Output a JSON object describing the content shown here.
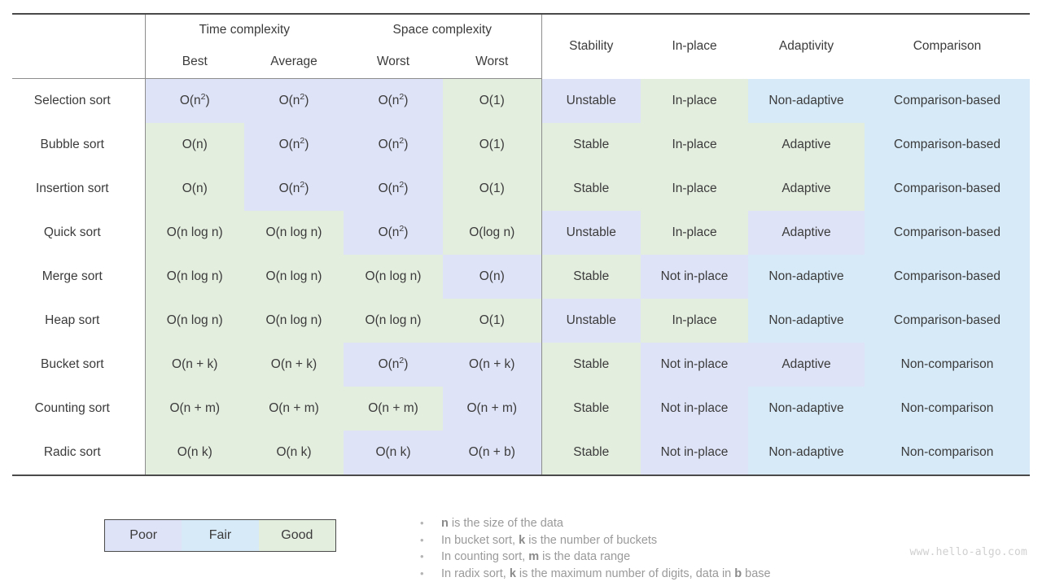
{
  "table": {
    "group_headers": [
      {
        "label": "",
        "span": 1
      },
      {
        "label": "Time complexity",
        "span": 2
      },
      {
        "label": "Space complexity",
        "span": 2
      },
      {
        "label": "",
        "span": 4
      }
    ],
    "group_time": "Time complexity",
    "group_space": "Space complexity",
    "columns": [
      {
        "key": "name",
        "label": ""
      },
      {
        "key": "best",
        "label": "Best"
      },
      {
        "key": "avg",
        "label": "Average"
      },
      {
        "key": "worstt",
        "label": "Worst"
      },
      {
        "key": "worsts",
        "label": "Worst"
      },
      {
        "key": "stab",
        "label": "Stability"
      },
      {
        "key": "inpl",
        "label": "In-place"
      },
      {
        "key": "adapt",
        "label": "Adaptivity"
      },
      {
        "key": "comp",
        "label": "Comparison"
      }
    ],
    "rows": [
      {
        "name": "Selection sort",
        "cells": [
          {
            "text": "O(n²)",
            "sup": "2",
            "base": "O(n",
            "tail": ")",
            "rating": "poor"
          },
          {
            "text": "O(n²)",
            "sup": "2",
            "base": "O(n",
            "tail": ")",
            "rating": "poor"
          },
          {
            "text": "O(n²)",
            "sup": "2",
            "base": "O(n",
            "tail": ")",
            "rating": "poor"
          },
          {
            "text": "O(1)",
            "rating": "good"
          },
          {
            "text": "Unstable",
            "rating": "poor"
          },
          {
            "text": "In-place",
            "rating": "good"
          },
          {
            "text": "Non-adaptive",
            "rating": "fair"
          },
          {
            "text": "Comparison-based",
            "rating": "fair"
          }
        ]
      },
      {
        "name": "Bubble sort",
        "cells": [
          {
            "text": "O(n)",
            "rating": "good"
          },
          {
            "text": "O(n²)",
            "sup": "2",
            "base": "O(n",
            "tail": ")",
            "rating": "poor"
          },
          {
            "text": "O(n²)",
            "sup": "2",
            "base": "O(n",
            "tail": ")",
            "rating": "poor"
          },
          {
            "text": "O(1)",
            "rating": "good"
          },
          {
            "text": "Stable",
            "rating": "good"
          },
          {
            "text": "In-place",
            "rating": "good"
          },
          {
            "text": "Adaptive",
            "rating": "good"
          },
          {
            "text": "Comparison-based",
            "rating": "fair"
          }
        ]
      },
      {
        "name": "Insertion sort",
        "cells": [
          {
            "text": "O(n)",
            "rating": "good"
          },
          {
            "text": "O(n²)",
            "sup": "2",
            "base": "O(n",
            "tail": ")",
            "rating": "poor"
          },
          {
            "text": "O(n²)",
            "sup": "2",
            "base": "O(n",
            "tail": ")",
            "rating": "poor"
          },
          {
            "text": "O(1)",
            "rating": "good"
          },
          {
            "text": "Stable",
            "rating": "good"
          },
          {
            "text": "In-place",
            "rating": "good"
          },
          {
            "text": "Adaptive",
            "rating": "good"
          },
          {
            "text": "Comparison-based",
            "rating": "fair"
          }
        ]
      },
      {
        "name": "Quick sort",
        "cells": [
          {
            "text": "O(n log n)",
            "rating": "good"
          },
          {
            "text": "O(n log n)",
            "rating": "good"
          },
          {
            "text": "O(n²)",
            "sup": "2",
            "base": "O(n",
            "tail": ")",
            "rating": "poor"
          },
          {
            "text": "O(log n)",
            "rating": "good"
          },
          {
            "text": "Unstable",
            "rating": "poor"
          },
          {
            "text": "In-place",
            "rating": "good"
          },
          {
            "text": "Adaptive",
            "rating": "poor"
          },
          {
            "text": "Comparison-based",
            "rating": "fair"
          }
        ]
      },
      {
        "name": "Merge sort",
        "cells": [
          {
            "text": "O(n log n)",
            "rating": "good"
          },
          {
            "text": "O(n log n)",
            "rating": "good"
          },
          {
            "text": "O(n log n)",
            "rating": "good"
          },
          {
            "text": "O(n)",
            "rating": "poor"
          },
          {
            "text": "Stable",
            "rating": "good"
          },
          {
            "text": "Not in-place",
            "rating": "poor"
          },
          {
            "text": "Non-adaptive",
            "rating": "fair"
          },
          {
            "text": "Comparison-based",
            "rating": "fair"
          }
        ]
      },
      {
        "name": "Heap sort",
        "cells": [
          {
            "text": "O(n log n)",
            "rating": "good"
          },
          {
            "text": "O(n log n)",
            "rating": "good"
          },
          {
            "text": "O(n log n)",
            "rating": "good"
          },
          {
            "text": "O(1)",
            "rating": "good"
          },
          {
            "text": "Unstable",
            "rating": "poor"
          },
          {
            "text": "In-place",
            "rating": "good"
          },
          {
            "text": "Non-adaptive",
            "rating": "fair"
          },
          {
            "text": "Comparison-based",
            "rating": "fair"
          }
        ]
      },
      {
        "name": "Bucket sort",
        "cells": [
          {
            "text": "O(n + k)",
            "rating": "good"
          },
          {
            "text": "O(n + k)",
            "rating": "good"
          },
          {
            "text": "O(n²)",
            "sup": "2",
            "base": "O(n",
            "tail": ")",
            "rating": "poor"
          },
          {
            "text": "O(n + k)",
            "rating": "poor"
          },
          {
            "text": "Stable",
            "rating": "good"
          },
          {
            "text": "Not in-place",
            "rating": "poor"
          },
          {
            "text": "Adaptive",
            "rating": "poor"
          },
          {
            "text": "Non-comparison",
            "rating": "fair"
          }
        ]
      },
      {
        "name": "Counting sort",
        "cells": [
          {
            "text": "O(n + m)",
            "rating": "good"
          },
          {
            "text": "O(n + m)",
            "rating": "good"
          },
          {
            "text": "O(n + m)",
            "rating": "good"
          },
          {
            "text": "O(n + m)",
            "rating": "poor"
          },
          {
            "text": "Stable",
            "rating": "good"
          },
          {
            "text": "Not in-place",
            "rating": "poor"
          },
          {
            "text": "Non-adaptive",
            "rating": "fair"
          },
          {
            "text": "Non-comparison",
            "rating": "fair"
          }
        ]
      },
      {
        "name": "Radic sort",
        "cells": [
          {
            "text": "O(n k)",
            "rating": "good"
          },
          {
            "text": "O(n k)",
            "rating": "good"
          },
          {
            "text": "O(n k)",
            "rating": "poor"
          },
          {
            "text": "O(n + b)",
            "rating": "poor"
          },
          {
            "text": "Stable",
            "rating": "good"
          },
          {
            "text": "Not in-place",
            "rating": "poor"
          },
          {
            "text": "Non-adaptive",
            "rating": "fair"
          },
          {
            "text": "Non-comparison",
            "rating": "fair"
          }
        ]
      }
    ]
  },
  "legend": {
    "segments": [
      {
        "label": "Poor",
        "rating": "poor",
        "color": "#dfe3f7"
      },
      {
        "label": "Fair",
        "rating": "fair",
        "color": "#d7eaf8"
      },
      {
        "label": "Good",
        "rating": "good",
        "color": "#e4eedf"
      }
    ]
  },
  "notes": [
    {
      "parts": [
        {
          "t": "n",
          "b": true
        },
        {
          "t": " is the size of the data",
          "b": false
        }
      ]
    },
    {
      "parts": [
        {
          "t": "In bucket sort, ",
          "b": false
        },
        {
          "t": "k",
          "b": true
        },
        {
          "t": " is the number of buckets",
          "b": false
        }
      ]
    },
    {
      "parts": [
        {
          "t": "In counting sort, ",
          "b": false
        },
        {
          "t": "m",
          "b": true
        },
        {
          "t": " is the data range",
          "b": false
        }
      ]
    },
    {
      "parts": [
        {
          "t": "In radix sort, ",
          "b": false
        },
        {
          "t": "k",
          "b": true
        },
        {
          "t": " is the maximum number of digits, data in ",
          "b": false
        },
        {
          "t": "b",
          "b": true
        },
        {
          "t": " base",
          "b": false
        }
      ]
    }
  ],
  "watermark": "www.hello-algo.com"
}
